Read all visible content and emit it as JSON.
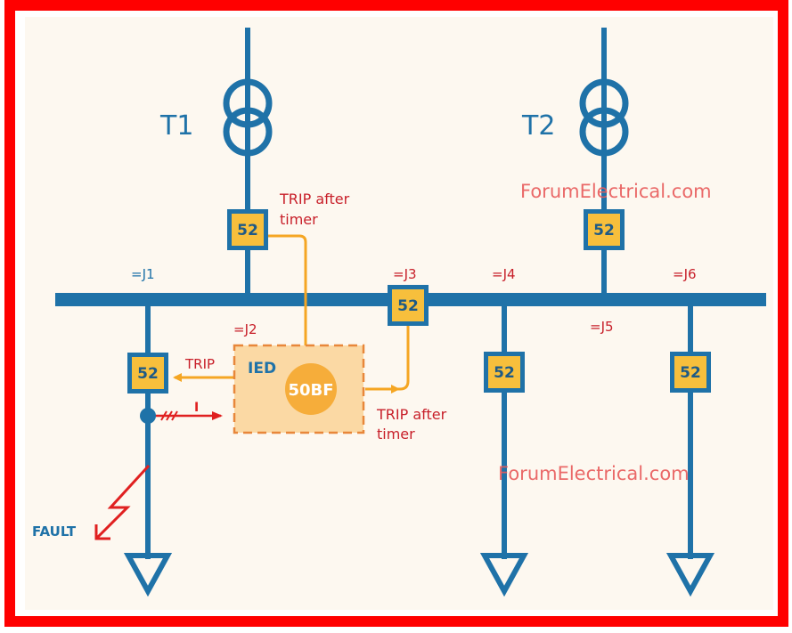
{
  "colors": {
    "frame": "#ff0000",
    "background": "#fdf8f0",
    "bus": "#1f72a8",
    "breaker_fill": "#f7bf3c",
    "breaker_text": "#1e5a86",
    "label_red": "#c8202a",
    "label_blue": "#1f72a8",
    "signal_orange": "#f5a623",
    "ied_fill": "#fbd9a4",
    "ied_border": "#e8873a",
    "relay_circle": "#f6ad3a",
    "watermark": "#e85a5a",
    "fault_red": "#e02020"
  },
  "transformers": [
    {
      "id": "T1",
      "label": "T1"
    },
    {
      "id": "T2",
      "label": "T2"
    }
  ],
  "breakers": [
    {
      "id": "cb-t1",
      "label": "52"
    },
    {
      "id": "cb-t2",
      "label": "52"
    },
    {
      "id": "cb-j3",
      "label": "52"
    },
    {
      "id": "cb-feeder-1",
      "label": "52"
    },
    {
      "id": "cb-feeder-2",
      "label": "52"
    },
    {
      "id": "cb-feeder-3",
      "label": "52"
    }
  ],
  "junctions": {
    "j1": "=J1",
    "j2": "=J2",
    "j3": "=J3",
    "j4": "=J4",
    "j5": "=J5",
    "j6": "=J6"
  },
  "ied": {
    "title": "IED",
    "function": "50BF"
  },
  "signals": {
    "trip": "TRIP",
    "current": "I",
    "trip_after_timer_upper_line1": "TRIP after",
    "trip_after_timer_upper_line2": "timer",
    "trip_after_timer_lower_line1": "TRIP after",
    "trip_after_timer_lower_line2": "timer"
  },
  "fault": {
    "label": "FAULT"
  },
  "watermarks": [
    "ForumElectrical.com",
    "ForumElectrical.com"
  ]
}
